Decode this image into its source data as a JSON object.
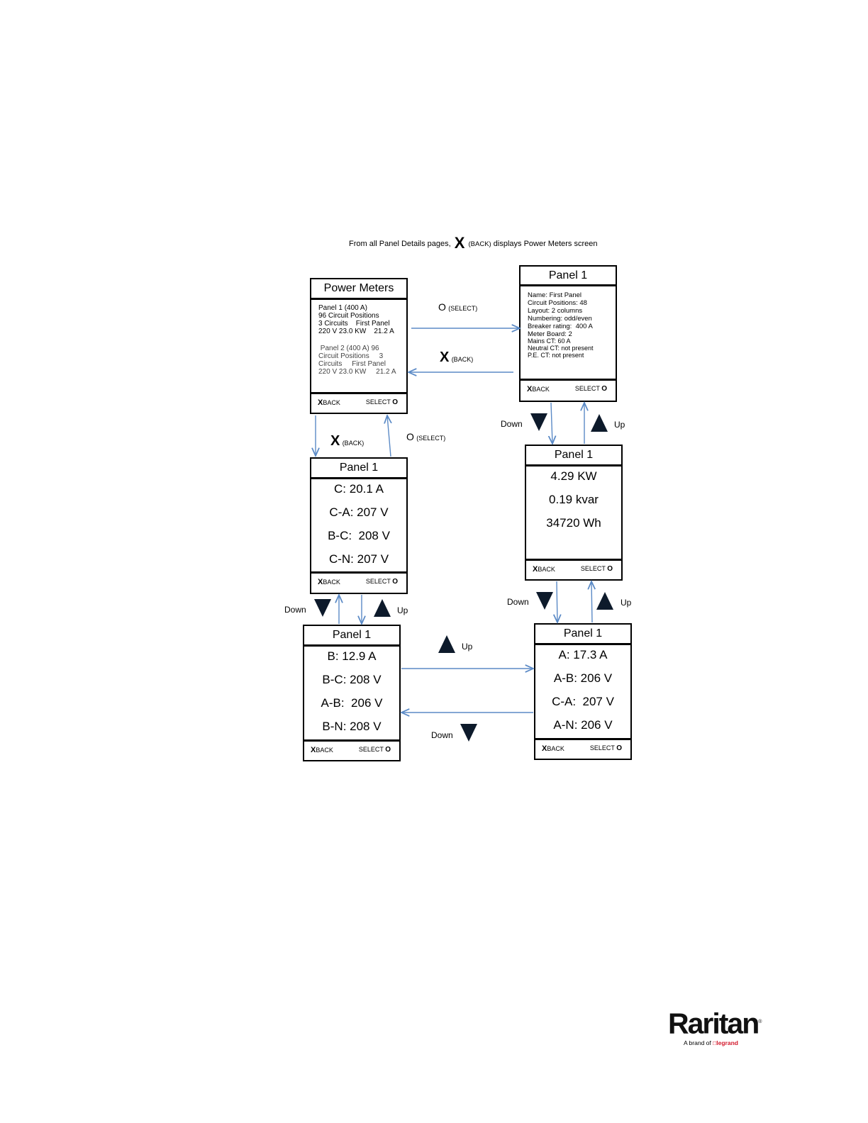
{
  "note": {
    "before": "From all Panel Details pages,",
    "x_glyph": "X",
    "back_tag": "(BACK)",
    "after": "displays Power Meters screen"
  },
  "footer": {
    "x_glyph": "X",
    "back": "BACK",
    "select": "SELECT",
    "o_glyph": "O"
  },
  "screens": {
    "power_meters": {
      "title": "Power Meters",
      "lines": [
        "Panel 1 (400 A)",
        "96 Circuit Positions",
        "3 Circuits    First Panel",
        "220 V 23.0 KW    21.2 A"
      ],
      "lines2": [
        " Panel 2 (400 A) 96",
        "Circuit Positions     3",
        "Circuits     First Panel",
        "220 V 23.0 KW     21.2 A"
      ]
    },
    "panel_info": {
      "title": "Panel 1",
      "lines": [
        "Name: First Panel",
        "Circuit Positions: 48",
        "Layout: 2 columns",
        "Numbering: odd/even",
        "Breaker rating:  400 A",
        "Meter Board: 2",
        "Mains CT: 60 A",
        "Neutral CT: not present",
        "P.E. CT: not present"
      ]
    },
    "panel_power": {
      "title": "Panel 1",
      "lines": [
        "4.29 KW",
        "0.19 kvar",
        "34720 Wh"
      ]
    },
    "panel_c": {
      "title": "Panel 1",
      "lines": [
        "C: 20.1 A",
        "C-A: 207 V",
        "B-C:  208 V",
        "C-N: 207 V"
      ]
    },
    "panel_b": {
      "title": "Panel 1",
      "lines": [
        "B: 12.9 A",
        "B-C: 208 V",
        "A-B:  206 V",
        "B-N: 208 V"
      ]
    },
    "panel_a": {
      "title": "Panel 1",
      "lines": [
        "A: 17.3 A",
        "A-B: 206 V",
        "C-A:  207 V",
        "A-N: 206 V"
      ]
    }
  },
  "labels": {
    "o": "O",
    "x": "X",
    "select_tag": "(SELECT)",
    "back_tag": "(BACK)",
    "down": "Down",
    "up": "Up"
  },
  "logo": {
    "brand": "Raritan",
    "registered": "®",
    "sub": "A brand of",
    "partner": "legrand"
  },
  "colors": {
    "arrow": "#5b8ac6",
    "triangle": "#0d1a2b"
  }
}
